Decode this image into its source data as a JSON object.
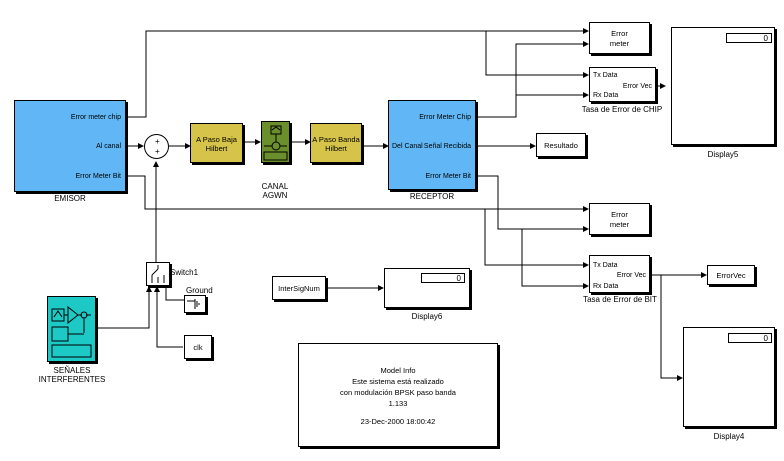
{
  "emisor": {
    "label": "EMISOR",
    "ports": [
      "Error meter chip",
      "Al canal",
      "Error Meter Bit"
    ]
  },
  "lowpass": {
    "line1": "A Paso Baja",
    "line2": "Hilbert"
  },
  "canal": {
    "label_line1": "CANAL",
    "label_line2": "AGWN"
  },
  "bandpass": {
    "line1": "A Paso Banda",
    "line2": "Hilbert"
  },
  "receptor": {
    "label": "RECEPTOR",
    "in_port": "Del Canal",
    "ports": [
      "Error Meter Chip",
      "Señal Recibida",
      "Error Meter Bit"
    ]
  },
  "resultado": {
    "label": "Resultado"
  },
  "error_meter_top": {
    "line1": "Error",
    "line2": "meter"
  },
  "error_meter_bottom": {
    "line1": "Error",
    "line2": "meter"
  },
  "tasa_chip": {
    "label": "Tasa de Error de CHIP",
    "tx": "Tx Data",
    "rx": "Rx Data",
    "out": "Error Vec"
  },
  "tasa_bit": {
    "label": "Tasa de Error de BIT",
    "tx": "Tx Data",
    "rx": "Rx Data",
    "out": "Error Vec"
  },
  "display5": {
    "label": "Display5",
    "value": "0"
  },
  "display4": {
    "label": "Display4",
    "value": "0"
  },
  "display6": {
    "label": "Display6",
    "value": "0"
  },
  "errorvec_block": {
    "label": "ErrorVec"
  },
  "intersignum": {
    "label": "InterSigNum"
  },
  "switch1": {
    "label": "Switch1"
  },
  "ground": {
    "label": "Ground"
  },
  "clock": {
    "label": "clk"
  },
  "interferentes": {
    "line1": "SEÑALES",
    "line2": "INTERFERENTES"
  },
  "sum": {
    "plus1": "+",
    "plus2": "+"
  },
  "model_info": {
    "title": "Model Info",
    "line1": "Este sistema está realizado",
    "line2": "con modulación BPSK paso banda",
    "version": "1.133",
    "date": "23-Dec-2000 18:00:42"
  }
}
